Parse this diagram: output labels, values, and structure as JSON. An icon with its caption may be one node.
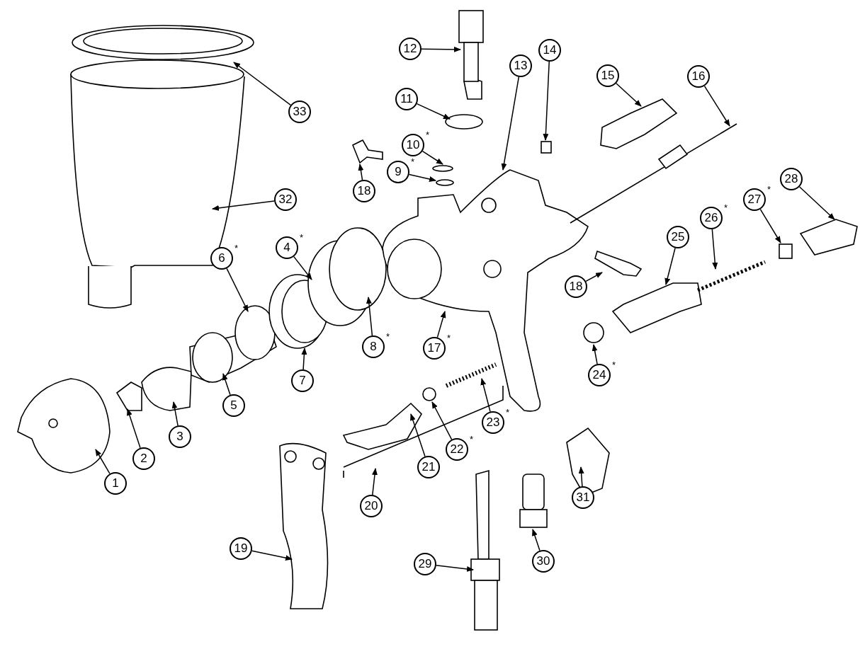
{
  "diagram": {
    "nodes": [
      {
        "text": [
          "1"
        ]
      },
      {
        "text": [
          "2"
        ]
      },
      {
        "text": [
          "3"
        ]
      },
      {
        "text": [
          "4$^{*}$"
        ]
      },
      {
        "text": [
          "5"
        ]
      },
      {
        "text": [
          "6$^{*}$"
        ]
      },
      {
        "text": [
          "7"
        ]
      },
      {
        "text": [
          "8$^{*}$"
        ]
      },
      {
        "text": [
          "9$^{*}$"
        ]
      },
      {
        "text": [
          "10$^{*}$"
        ]
      },
      {
        "text": [
          "11"
        ]
      },
      {
        "text": [
          "12"
        ]
      },
      {
        "text": [
          "13"
        ]
      },
      {
        "text": [
          "14"
        ]
      },
      {
        "text": [
          "15"
        ]
      },
      {
        "text": [
          "16"
        ]
      },
      {
        "text": [
          "17$^{*}$"
        ]
      },
      {
        "text": [
          "18"
        ]
      },
      {
        "text": [
          "18"
        ]
      },
      {
        "text": [
          "19"
        ]
      },
      {
        "text": [
          "20"
        ]
      },
      {
        "text": [
          "21"
        ]
      },
      {
        "text": [
          "22$^{*}$"
        ]
      },
      {
        "text": [
          "23$^{*}$"
        ]
      },
      {
        "text": [
          "24$^{*}$"
        ]
      },
      {
        "text": [
          "25"
        ]
      },
      {
        "text": [
          "26$^{*}$"
        ]
      },
      {
        "text": [
          "27$^{*}$"
        ]
      },
      {
        "text": [
          "28"
        ]
      },
      {
        "text": [
          "29"
        ]
      },
      {
        "text": [
          "30"
        ]
      },
      {
        "text": [
          "31"
        ]
      },
      {
        "text": [
          "32"
        ]
      },
      {
        "text": [
          "33"
        ]
      }
    ],
    "edges": [
      {
        "from": 0,
        "to": null,
        "arrow": "to"
      },
      {
        "from": 1,
        "to": null,
        "arrow": "to"
      },
      {
        "from": 2,
        "to": null,
        "arrow": "to"
      },
      {
        "from": 3,
        "to": null,
        "arrow": "to"
      },
      {
        "from": 4,
        "to": null,
        "arrow": "to"
      },
      {
        "from": 5,
        "to": null,
        "arrow": "to"
      },
      {
        "from": 6,
        "to": null,
        "arrow": "to"
      },
      {
        "from": 7,
        "to": null,
        "arrow": "to"
      },
      {
        "from": 8,
        "to": null,
        "arrow": "to"
      },
      {
        "from": 9,
        "to": null,
        "arrow": "to"
      },
      {
        "from": 10,
        "to": null,
        "arrow": "to"
      },
      {
        "from": 11,
        "to": null,
        "arrow": "to"
      },
      {
        "from": 12,
        "to": null,
        "arrow": "to"
      },
      {
        "from": 13,
        "to": null,
        "arrow": "to"
      },
      {
        "from": 14,
        "to": null,
        "arrow": "to"
      },
      {
        "from": 15,
        "to": null,
        "arrow": "to"
      },
      {
        "from": 16,
        "to": null,
        "arrow": "to"
      },
      {
        "from": 17,
        "to": null,
        "arrow": "to"
      },
      {
        "from": 18,
        "to": null,
        "arrow": "to"
      },
      {
        "from": 19,
        "to": null,
        "arrow": "to"
      },
      {
        "from": 20,
        "to": null,
        "arrow": "to"
      },
      {
        "from": 21,
        "to": null,
        "arrow": "to"
      },
      {
        "from": 22,
        "to": null,
        "arrow": "to"
      },
      {
        "from": 23,
        "to": null,
        "arrow": "to"
      },
      {
        "from": 24,
        "to": null,
        "arrow": "to"
      },
      {
        "from": 25,
        "to": null,
        "arrow": "to"
      },
      {
        "from": 26,
        "to": null,
        "arrow": "to"
      },
      {
        "from": 27,
        "to": null,
        "arrow": "to"
      },
      {
        "from": 28,
        "to": null,
        "arrow": "to"
      },
      {
        "from": 29,
        "to": null,
        "arrow": "to"
      },
      {
        "from": 30,
        "to": null,
        "arrow": "to"
      },
      {
        "from": 31,
        "to": null,
        "arrow": "to"
      },
      {
        "from": 32,
        "to": null,
        "arrow": "to"
      },
      {
        "from": 33,
        "to": null,
        "arrow": "to"
      }
    ]
  }
}
